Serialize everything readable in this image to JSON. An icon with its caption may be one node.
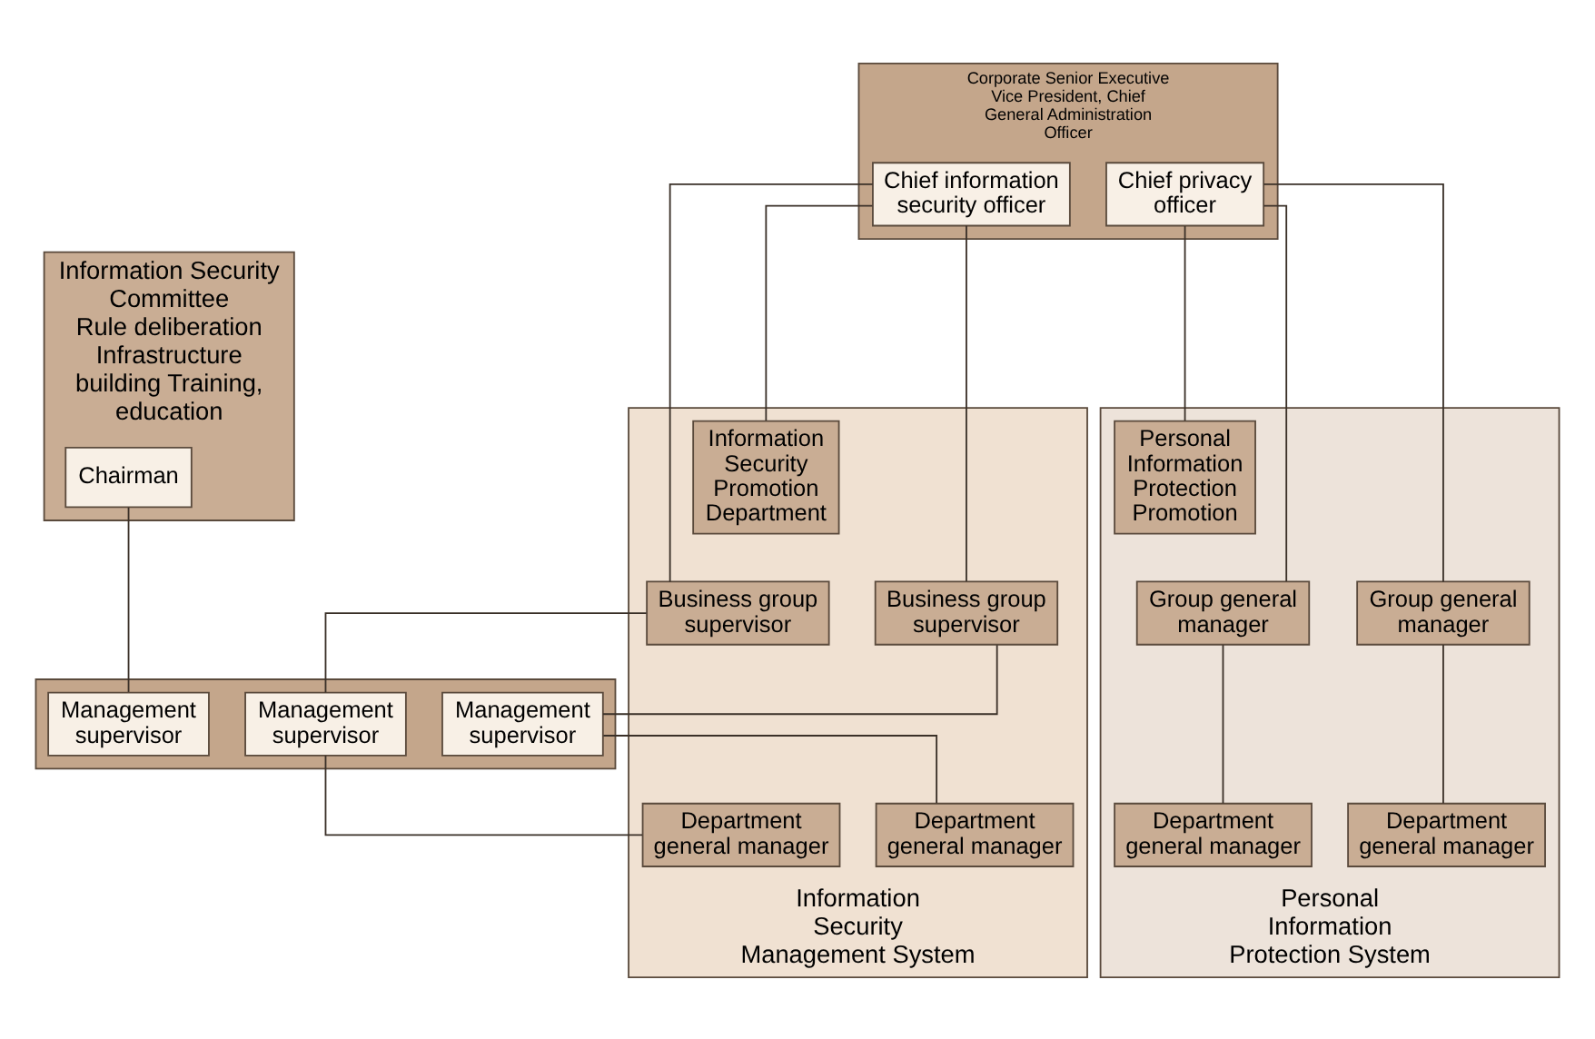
{
  "diagram": {
    "nodes": [
      {
        "text": [
          "Information Security Committee",
          "Rule deliberation Infrastructure building Training, education"
        ]
      },
      {
        "text": [
          "Information Security Management System"
        ]
      },
      {
        "text": [
          "Personal Information Protection System"
        ]
      },
      {
        "text": [
          "Corporate Senior Executive Vice President, Chief General Administration Officer"
        ]
      },
      {
        "text": [
          "Chief information security officer"
        ],
        "in": 3
      },
      {
        "text": [
          "Chief privacy officer"
        ],
        "in": 3
      },
      {
        "text": [
          "Chairman"
        ],
        "in": 0
      },
      {
        "text": [
          "Information Security Promotion Department"
        ],
        "in": 1
      },
      {
        "text": [
          "Personal Information Protection Promotion"
        ],
        "in": 2
      },
      {
        "text": [
          "Business group supervisor"
        ],
        "in": 1
      },
      {
        "text": [
          "Business group supervisor"
        ],
        "in": 1
      },
      {
        "text": [
          "Group general manager"
        ],
        "in": 2
      },
      {
        "text": [
          "Group general manager"
        ],
        "in": 2
      },
      {
        "text": [],
        "shape": "band"
      },
      {
        "text": [
          "Management supervisor"
        ],
        "in": 13
      },
      {
        "text": [
          "Management supervisor"
        ],
        "in": 13
      },
      {
        "text": [
          "Management supervisor"
        ],
        "in": 13
      },
      {
        "text": [
          "Department general manager"
        ],
        "in": 1
      },
      {
        "text": [
          "Department general manager"
        ],
        "in": 1
      },
      {
        "text": [
          "Department general manager"
        ],
        "in": 2
      },
      {
        "text": [
          "Department general manager"
        ],
        "in": 2
      }
    ],
    "edges": [
      {
        "from": 4,
        "to": 7,
        "arrow": "none"
      },
      {
        "from": 4,
        "to": 9,
        "arrow": "none"
      },
      {
        "from": 4,
        "to": 10,
        "arrow": "none"
      },
      {
        "from": 5,
        "to": 8,
        "arrow": "none"
      },
      {
        "from": 5,
        "to": 11,
        "arrow": "none"
      },
      {
        "from": 5,
        "to": 12,
        "arrow": "none"
      },
      {
        "from": 6,
        "to": 14,
        "arrow": "none"
      },
      {
        "from": 9,
        "to": 15,
        "arrow": "none"
      },
      {
        "from": 10,
        "to": 16,
        "arrow": "none"
      },
      {
        "from": 15,
        "to": 17,
        "arrow": "none"
      },
      {
        "from": 16,
        "to": 18,
        "arrow": "none"
      },
      {
        "from": 11,
        "to": 19,
        "arrow": "none"
      },
      {
        "from": 12,
        "to": 20,
        "arrow": "none"
      }
    ]
  }
}
